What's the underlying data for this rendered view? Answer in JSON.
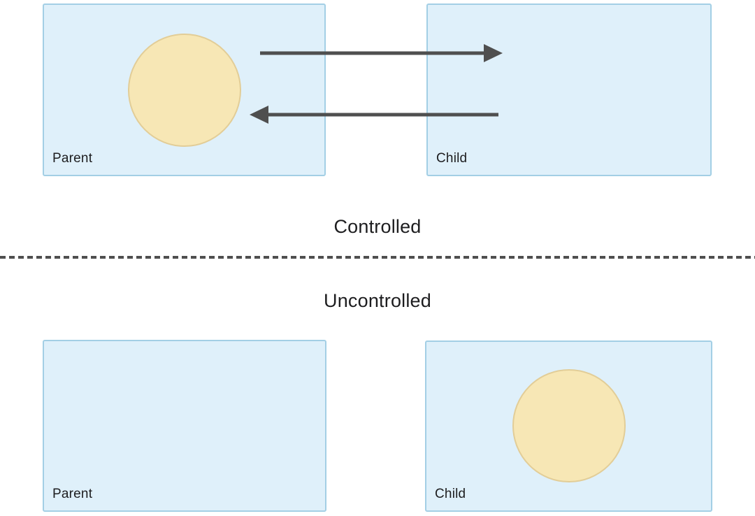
{
  "sections": {
    "controlled": {
      "title": "Controlled",
      "parent_label": "Parent",
      "child_label": "Child"
    },
    "uncontrolled": {
      "title": "Uncontrolled",
      "parent_label": "Parent",
      "child_label": "Child"
    }
  },
  "icons": {
    "arrow_right": "arrow-right-icon",
    "arrow_left": "arrow-left-icon",
    "state_circle": "state-circle"
  },
  "colors": {
    "box_fill": "#dff0fa",
    "box_border": "#a3cfe5",
    "circle_fill": "#f7e7b5",
    "circle_border": "#e2cd97",
    "arrow": "#4f4f4f",
    "divider": "#4f4f4f",
    "text": "#1d1d1f",
    "background": "#ffffff"
  }
}
